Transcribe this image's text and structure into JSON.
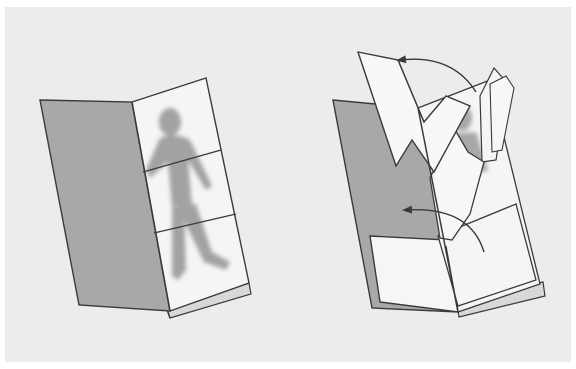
{
  "figure": {
    "background_color": "#ffffff",
    "paper_color": "#ececec",
    "stroke_color": "#3a3a3a",
    "cover_color": "#a8a8a8",
    "page_color": "#f5f5f5",
    "figure_shadow_color": "#9a9a9a",
    "panels": [
      {
        "name": "closed-book",
        "state": "closed",
        "page_rows": 3
      },
      {
        "name": "open-flip-book",
        "state": "flipping",
        "page_rows": 2
      }
    ],
    "icons": [
      "curved-arrow-icon",
      "curved-arrow-icon"
    ]
  }
}
